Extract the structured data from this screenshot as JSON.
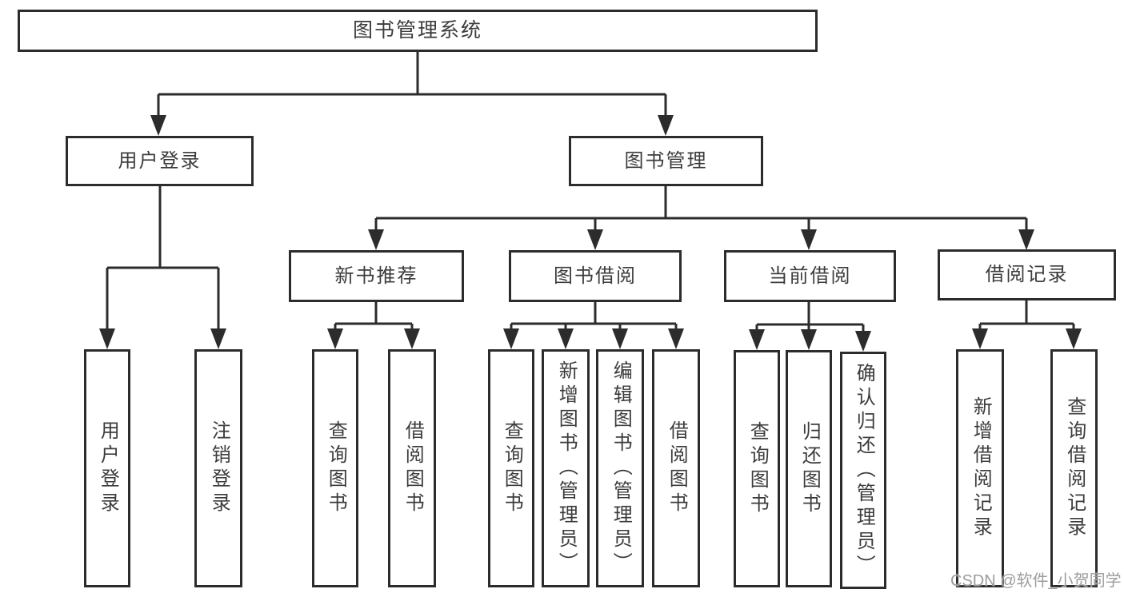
{
  "diagram": {
    "root": {
      "label": "图书管理系统"
    },
    "level1": [
      {
        "id": "user-login",
        "label": "用户登录"
      },
      {
        "id": "book-management",
        "label": "图书管理"
      }
    ],
    "level2": [
      {
        "id": "new-book-recommend",
        "parent": "book-management",
        "label": "新书推荐"
      },
      {
        "id": "book-borrow",
        "parent": "book-management",
        "label": "图书借阅"
      },
      {
        "id": "current-borrow",
        "parent": "book-management",
        "label": "当前借阅"
      },
      {
        "id": "borrow-record",
        "parent": "book-management",
        "label": "借阅记录"
      }
    ],
    "leaves": [
      {
        "parent": "user-login",
        "label": "用户登录"
      },
      {
        "parent": "user-login",
        "label": "注销登录"
      },
      {
        "parent": "new-book-recommend",
        "label": "查询图书"
      },
      {
        "parent": "new-book-recommend",
        "label": "借阅图书"
      },
      {
        "parent": "book-borrow",
        "label": "查询图书"
      },
      {
        "parent": "book-borrow",
        "label": "新增图书（管理员）"
      },
      {
        "parent": "book-borrow",
        "label": "编辑图书（管理员）"
      },
      {
        "parent": "book-borrow",
        "label": "借阅图书"
      },
      {
        "parent": "current-borrow",
        "label": "查询图书"
      },
      {
        "parent": "current-borrow",
        "label": "归还图书"
      },
      {
        "parent": "current-borrow",
        "label": "确认归还（管理员）"
      },
      {
        "parent": "borrow-record",
        "label": "新增借阅记录"
      },
      {
        "parent": "borrow-record",
        "label": "查询借阅记录"
      }
    ]
  },
  "watermark": "CSDN @软件_小贺同学",
  "colors": {
    "line": "#2c2c2c",
    "text": "#3c3c3c",
    "watermark": "#9c9c9c",
    "background": "#ffffff"
  }
}
